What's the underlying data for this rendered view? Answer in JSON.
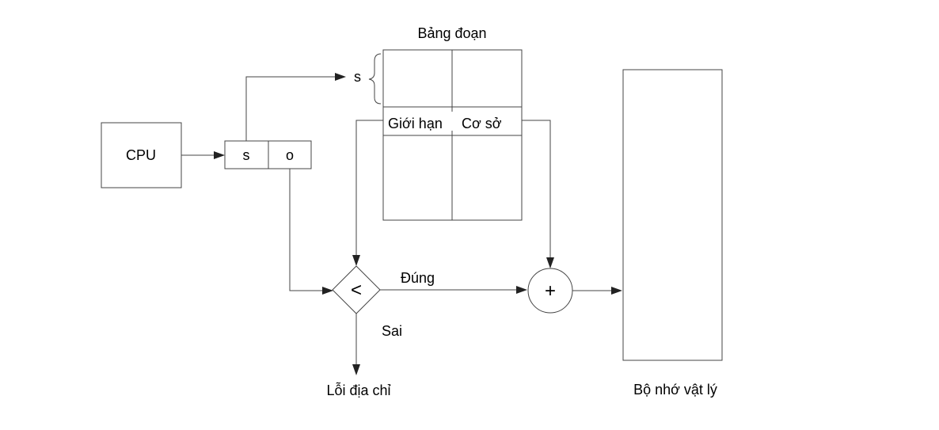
{
  "diagram": {
    "cpu_label": "CPU",
    "address": {
      "segment": "s",
      "offset": "o"
    },
    "segment_table": {
      "title": "Bảng đoạn",
      "entry_label": "s",
      "limit_label": "Giới hạn",
      "base_label": "Cơ sở"
    },
    "comparator_symbol": "<",
    "true_label": "Đúng",
    "false_label": "Sai",
    "error_label": "Lỗi địa chỉ",
    "adder_symbol": "+",
    "memory_label": "Bộ nhớ vật lý"
  }
}
